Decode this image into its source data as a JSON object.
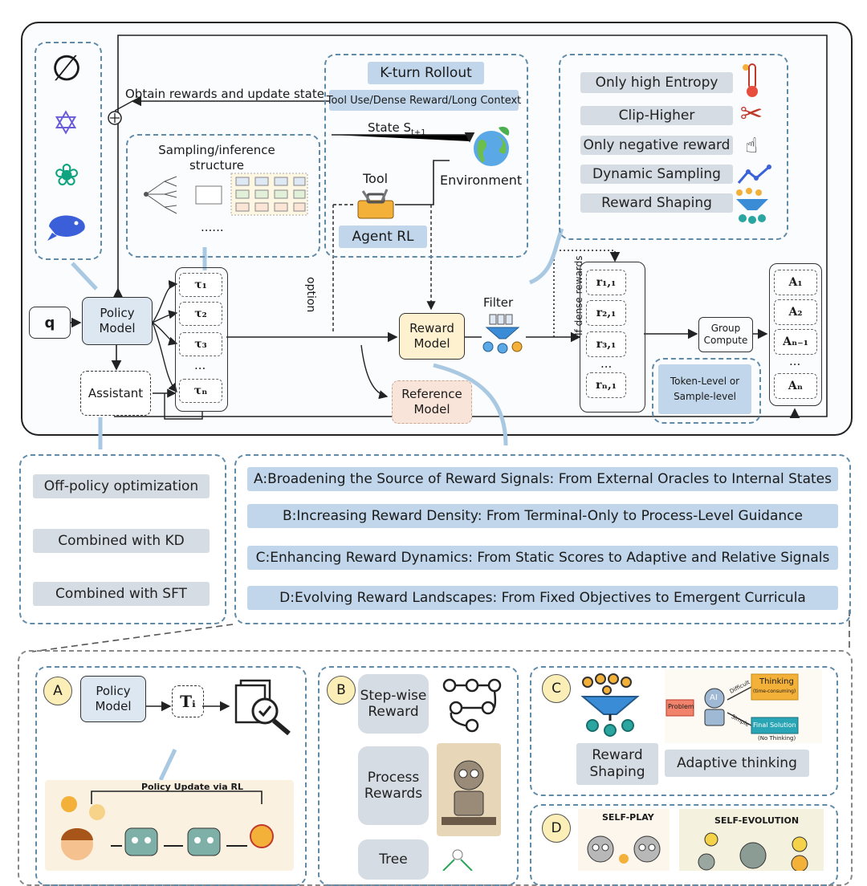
{
  "top": {
    "obtain_text": "Obtain rewards and update state",
    "k_turn": "K-turn Rollout",
    "tool_use": "Tool Use/Dense Reward/Long Context",
    "state": "State S",
    "state_sub": "t+1",
    "environment": "Environment",
    "tool": "Tool",
    "agent_rl": "Agent RL",
    "sampling_title": "Sampling/inference structure",
    "sampling_dots": "......",
    "option": "option",
    "q": "q",
    "policy_model": "Policy Model",
    "assistant": "Assistant",
    "taus": [
      "τ₁",
      "τ₂",
      "τ₃",
      "...",
      "τₙ"
    ],
    "reward_model": "Reward Model",
    "reference_model": "Reference Model",
    "filter": "Filter",
    "if_dense": "If dense rewards",
    "rewards": [
      "r₁,₁",
      "r₂,₁",
      "r₃,₁",
      "...",
      "rₙ,₁"
    ],
    "group_compute": "Group Compute",
    "token_level": "Token-Level or Sample-level",
    "advantages": [
      "A₁",
      "A₂",
      "Aₙ₋₁",
      "...",
      "Aₙ"
    ],
    "techniques": [
      "Only high Entropy",
      "Clip-Higher",
      "Only negative reward",
      "Dynamic Sampling",
      "Reward Shaping"
    ]
  },
  "middle": {
    "left_items": [
      "Off-policy optimization",
      "Combined with KD",
      "Combined with SFT"
    ],
    "lines": [
      "A:Broadening the Source of Reward Signals: From External Oracles to Internal States",
      "B:Increasing Reward Density: From Terminal-Only to Process-Level Guidance",
      "C:Enhancing Reward Dynamics: From Static Scores to Adaptive and Relative Signals",
      "D:Evolving Reward Landscapes: From Fixed Objectives to Emergent Curricula"
    ]
  },
  "bottom": {
    "a_letter": "A",
    "a_policy": "Policy Model",
    "a_ti": "Tᵢ",
    "a_update": "Policy Update via RL",
    "b_letter": "B",
    "b_items": [
      "Step-wise Reward",
      "Process Rewards",
      "Tree"
    ],
    "c_letter": "C",
    "c_reward_shaping": "Reward Shaping",
    "c_adaptive": "Adaptive thinking",
    "c_problem": "Problem",
    "c_thinking": "Thinking",
    "c_thinking_sub": "(time-consuming)",
    "c_final": "Final Solution",
    "c_no_thinking": "(No Thinking)",
    "c_difficult": "Difficult",
    "c_simple": "Simple",
    "c_ai": "AI",
    "d_letter": "D",
    "d_self_play": "SELF-PLAY",
    "d_self_evolution": "SELF-EVOLUTION"
  },
  "colors": {
    "accent_blue": "#c1d6ea",
    "pill_gray": "#d5dce3",
    "policy_fill": "#dde7f2",
    "reward_fill": "#fdf1cf",
    "reference_fill": "#f8e4d8",
    "letter_fill": "#fbeeb6",
    "dash_blue": "#5f8aa8"
  }
}
